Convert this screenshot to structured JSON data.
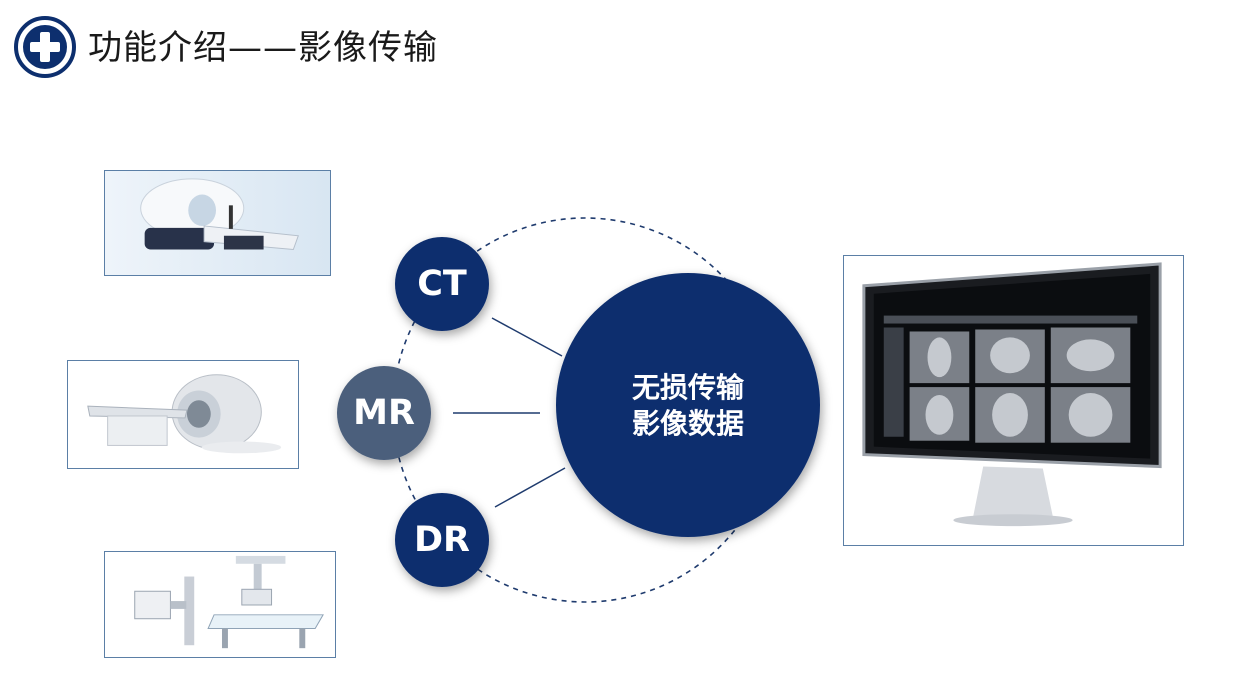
{
  "header": {
    "title": "功能介绍——影像传输",
    "icon": "medical-cross-icon"
  },
  "colors": {
    "navy": "#0d2f6e",
    "slate": "#4b5f7c",
    "frame": "#5b7fa6",
    "dash": "#1f3b6e"
  },
  "modalities": [
    {
      "label": "CT",
      "image": "ct-scanner-photo"
    },
    {
      "label": "MR",
      "image": "mri-scanner-photo"
    },
    {
      "label": "DR",
      "image": "dr-xray-system-photo"
    }
  ],
  "center": {
    "line1": "无损传输",
    "line2": "影像数据"
  },
  "viewer": {
    "image": "imaging-workstation-monitor-photo"
  }
}
